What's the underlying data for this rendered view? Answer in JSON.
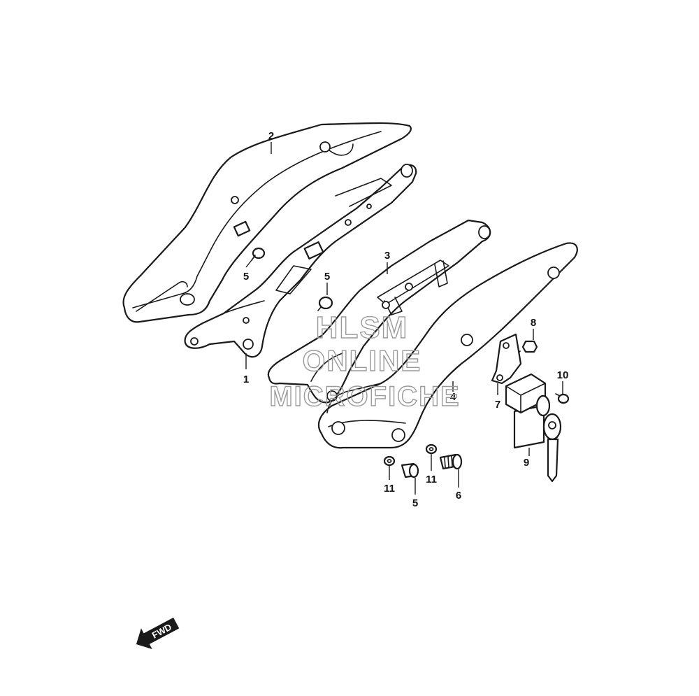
{
  "callouts": [
    {
      "id": "c2",
      "label": "2"
    },
    {
      "id": "c5a",
      "label": "5"
    },
    {
      "id": "c1",
      "label": "1"
    },
    {
      "id": "c5b",
      "label": "5"
    },
    {
      "id": "c3",
      "label": "3"
    },
    {
      "id": "c4",
      "label": "4"
    },
    {
      "id": "c8",
      "label": "8"
    },
    {
      "id": "c7",
      "label": "7"
    },
    {
      "id": "c10",
      "label": "10"
    },
    {
      "id": "c9",
      "label": "9"
    },
    {
      "id": "c11a",
      "label": "11"
    },
    {
      "id": "c5c",
      "label": "5"
    },
    {
      "id": "c11b",
      "label": "11"
    },
    {
      "id": "c6",
      "label": "6"
    }
  ],
  "watermark": {
    "line1": "HLSM",
    "line2": "ONLINE",
    "line3": "MICROFICHE"
  },
  "fwd_arrow": {
    "label": "FWD"
  },
  "colors": {
    "ink": "#1a1a1a",
    "watermark": "#9a9a9a",
    "background": "#ffffff"
  }
}
